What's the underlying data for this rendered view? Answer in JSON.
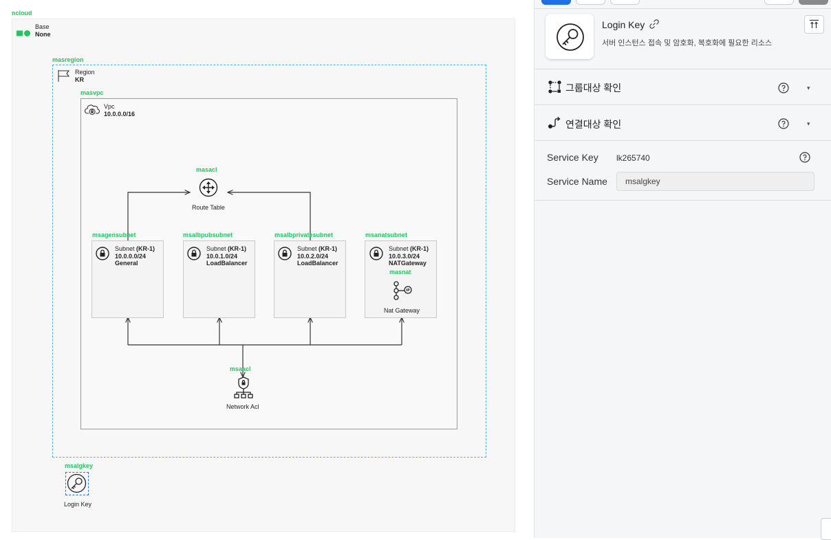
{
  "canvas": {
    "root_label": "ncloud",
    "base": {
      "title": "Base",
      "value": "None"
    },
    "region": {
      "id_label": "masregion",
      "title": "Region",
      "value": "KR"
    },
    "vpc": {
      "id_label": "masvpc",
      "title": "Vpc",
      "cidr": "10.0.0.0/16"
    },
    "route_table": {
      "id_label": "masacl",
      "label": "Route Table"
    },
    "subnets": [
      {
        "id_label": "msagensubnet",
        "title": "Subnet",
        "zone": "(KR-1)",
        "cidr": "10.0.0.0/24",
        "type": "General"
      },
      {
        "id_label": "msalbpubsubnet",
        "title": "Subnet",
        "zone": "(KR-1)",
        "cidr": "10.0.1.0/24",
        "type": "LoadBalancer"
      },
      {
        "id_label": "msalbprivatesubnet",
        "title": "Subnet",
        "zone": "(KR-1)",
        "cidr": "10.0.2.0/24",
        "type": "LoadBalancer"
      },
      {
        "id_label": "msanatsubnet",
        "title": "Subnet",
        "zone": "(KR-1)",
        "cidr": "10.0.3.0/24",
        "type": "NATGateway"
      }
    ],
    "nat_gateway": {
      "id_label": "masnat",
      "label": "Nat Gateway"
    },
    "network_acl": {
      "id_label": "msaacl",
      "label": "Network Acl"
    },
    "login_key": {
      "id_label": "msalgkey",
      "label": "Login Key"
    }
  },
  "panel": {
    "resource": {
      "title": "Login Key",
      "description": "서버 인스턴스 접속 및 암호화, 복호화에 필요한 리소스"
    },
    "sections": [
      {
        "title": "그룹대상 확인"
      },
      {
        "title": "연결대상 확인"
      }
    ],
    "fields": {
      "service_key_label": "Service Key",
      "service_key_value": "lk265740",
      "service_name_label": "Service Name",
      "service_name_value": "msalgkey"
    },
    "colors": {
      "primary": "#1f6fe5",
      "green_label": "#22c55e",
      "region_border": "#4fb3e8"
    }
  }
}
